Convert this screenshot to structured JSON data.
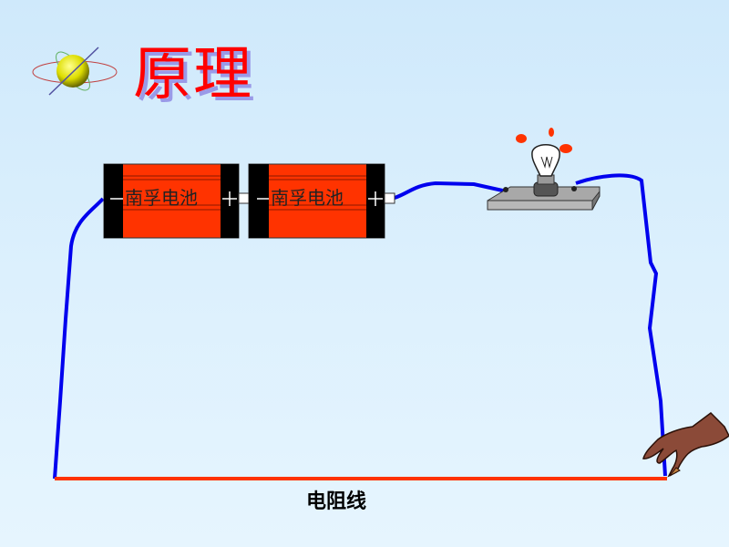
{
  "title": "原理",
  "battery_label": "南孚电池",
  "battery_minus": "−",
  "battery_plus": "+",
  "resistor_label": "电阻线",
  "colors": {
    "battery": "#ff3300",
    "wire": "#0000ee",
    "resistor": "#ff3300",
    "title": "#ff0000"
  }
}
